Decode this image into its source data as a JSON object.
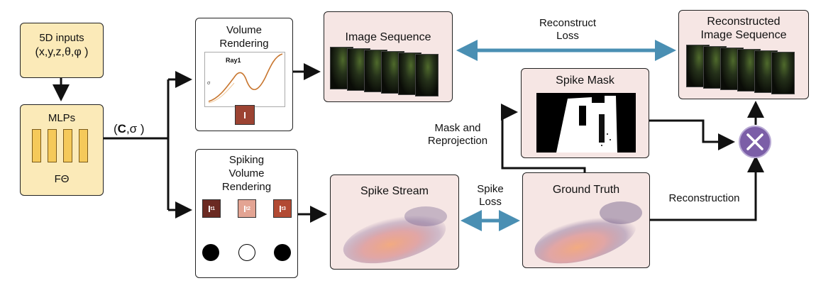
{
  "inputs": {
    "line1": "5D inputs",
    "line2": "(x,y,z,θ,φ )"
  },
  "mlps": {
    "title": "MLPs",
    "sub": "FΘ"
  },
  "c_sigma": {
    "bold": "C",
    "rest": ",σ )",
    "open": "("
  },
  "volume_rendering": {
    "title1": "Volume",
    "title2": "Rendering",
    "ray_label": "Ray1",
    "sigma_mark": "σ",
    "i_box": "I"
  },
  "spiking_volume_rendering": {
    "title1": "Spiking",
    "title2": "Volume",
    "title3": "Rendering",
    "i1": "I",
    "i1_sub": "t1",
    "i2": "I",
    "i2_sub": "t2",
    "i3": "I",
    "i3_sub": "t3"
  },
  "image_sequence": {
    "title": "Image Sequence"
  },
  "reconstructed": {
    "title1": "Reconstructed",
    "title2": "Image Sequence"
  },
  "reconstruct_loss": {
    "line1": "Reconstruct",
    "line2": "Loss"
  },
  "spike_mask": {
    "title": "Spike Mask"
  },
  "mask_reprojection": {
    "line1": "Mask and",
    "line2": "Reprojection"
  },
  "spike_stream": {
    "title": "Spike Stream"
  },
  "spike_loss": {
    "line1": "Spike",
    "line2": "Loss"
  },
  "ground_truth": {
    "title": "Ground Truth"
  },
  "reconstruction": {
    "label": "Reconstruction"
  },
  "colors": {
    "cream": "#fbeab8",
    "pink": "#f6e6e4",
    "arrow_blue": "#4a8fb3",
    "multiply": "#7b5ea7",
    "i_dark": "#6b2a22",
    "i_mid": "#e3a493",
    "i_red": "#b24a33"
  },
  "icons": {
    "multiply": "multiply-circle-icon"
  }
}
